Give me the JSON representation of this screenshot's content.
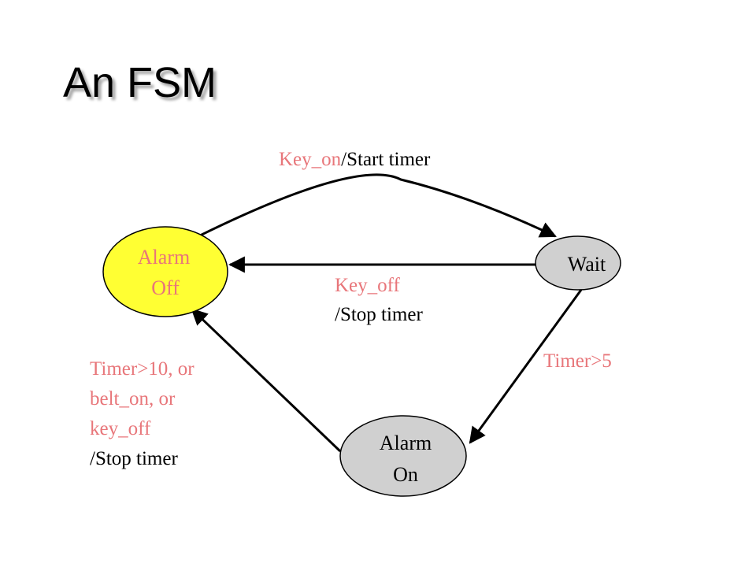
{
  "title": "An FSM",
  "colors": {
    "highlight_text": "#e8767a",
    "state_active_fill": "#ffff33",
    "state_fill": "#d0d0d0",
    "edge": "#000000"
  },
  "states": {
    "alarm_off": {
      "line1": "Alarm",
      "line2": "Off"
    },
    "wait": {
      "label": "Wait"
    },
    "alarm_on": {
      "line1": "Alarm",
      "line2": "On"
    }
  },
  "transitions": {
    "off_to_wait": {
      "condition": "Key_on",
      "action": "/Start timer"
    },
    "wait_to_off": {
      "condition": "Key_off",
      "action": "/Stop timer"
    },
    "wait_to_on": {
      "condition": "Timer>5"
    },
    "on_to_off": {
      "condition_lines": [
        "Timer>10, or",
        "belt_on, or",
        "key_off"
      ],
      "action": "/Stop timer"
    }
  }
}
